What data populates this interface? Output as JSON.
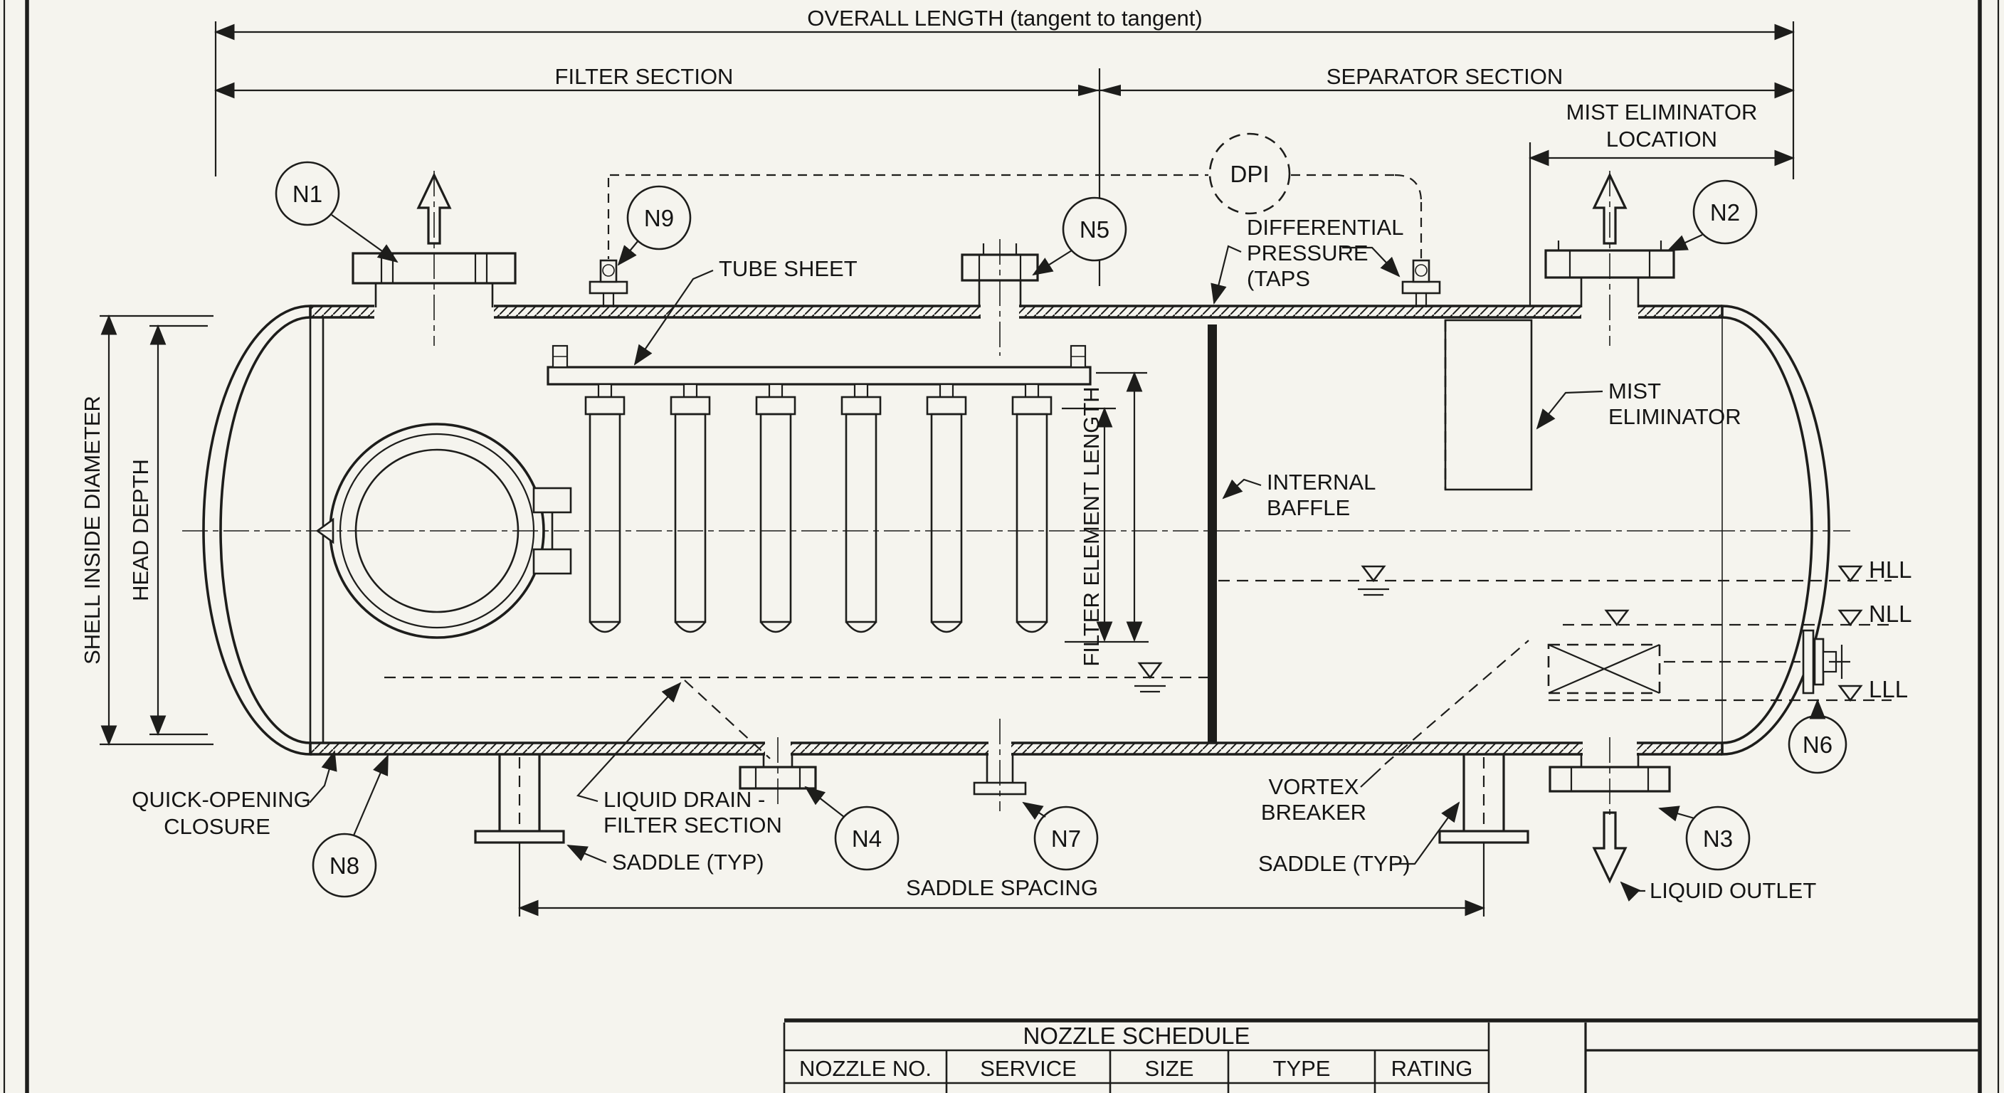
{
  "dimensions": {
    "overall_length": "OVERALL LENGTH (tangent to tangent)",
    "filter_section": "FILTER SECTION",
    "separator_section": "SEPARATOR SECTION",
    "mist_eliminator_location": [
      "MIST ELIMINATOR",
      "LOCATION"
    ],
    "shell_inside_diameter": "SHELL INSIDE DIAMETER",
    "head_depth": "HEAD DEPTH",
    "filter_element_length": "FILTER ELEMENT LENGTH",
    "saddle_spacing": "SADDLE SPACING"
  },
  "callouts": {
    "tube_sheet": "TUBE SHEET",
    "differential_pressure": [
      "DIFFERENTIAL",
      "PRESSURE",
      "(TAPS"
    ],
    "internal_baffle": [
      "INTERNAL",
      "BAFFLE"
    ],
    "mist_eliminator": [
      "MIST",
      "ELIMINATOR"
    ],
    "quick_opening_closure": [
      "QUICK-OPENING",
      "CLOSURE"
    ],
    "liquid_drain": [
      "LIQUID DRAIN -",
      "FILTER SECTION"
    ],
    "saddle_typ_left": "SADDLE (TYP)",
    "saddle_typ_right": "SADDLE (TYP)",
    "vortex_breaker": [
      "VORTEX",
      "BREAKER"
    ],
    "liquid_outlet": "LIQUID OUTLET"
  },
  "instruments": {
    "dpi": "DPI"
  },
  "levels": {
    "hll": "HLL",
    "nll": "NLL",
    "lll": "LLL"
  },
  "nozzles": {
    "n1": "N1",
    "n2": "N2",
    "n3": "N3",
    "n4": "N4",
    "n5": "N5",
    "n6": "N6",
    "n7": "N7",
    "n8": "N8",
    "n9": "N9"
  },
  "nozzle_schedule": {
    "title": "NOZZLE SCHEDULE",
    "columns": [
      "NOZZLE NO.",
      "SERVICE",
      "SIZE",
      "TYPE",
      "RATING"
    ]
  }
}
